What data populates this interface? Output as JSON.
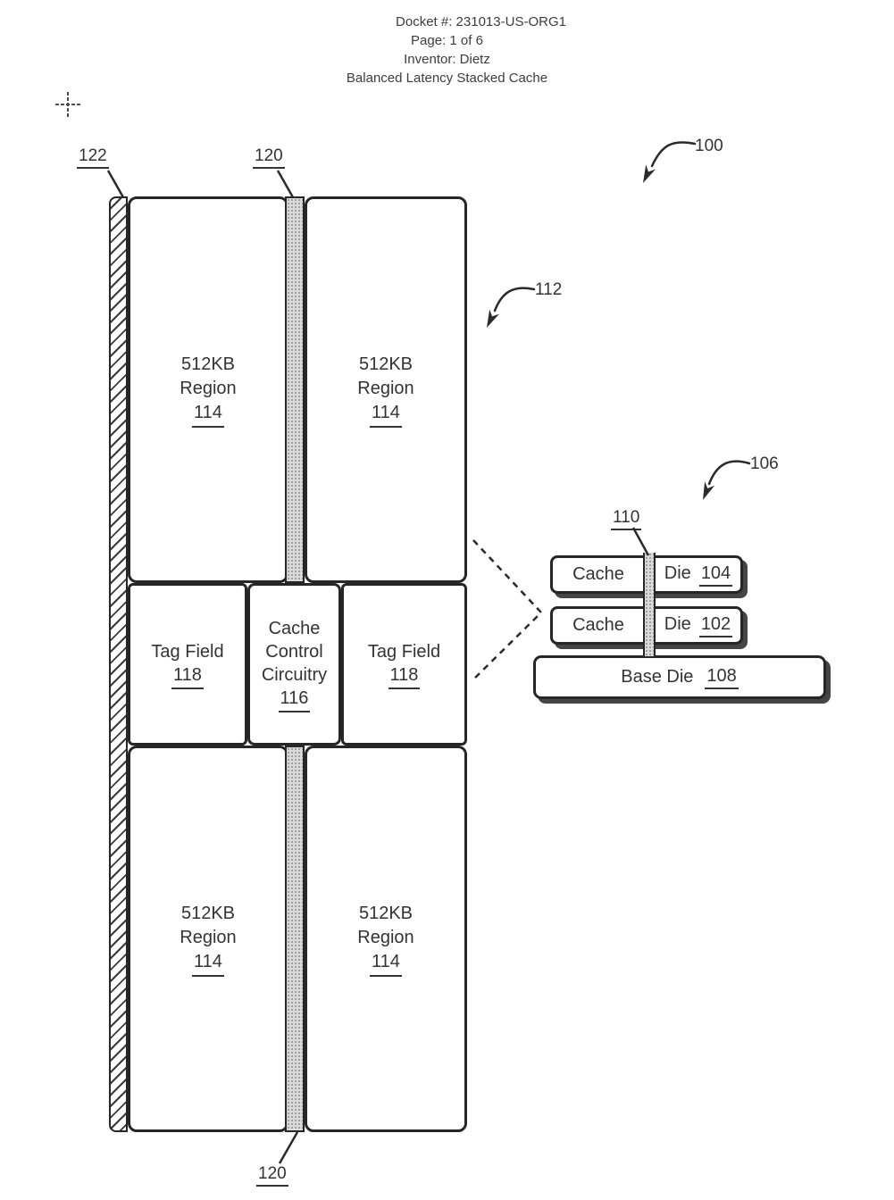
{
  "header": {
    "docket": "Docket #: 231013-US-ORG1",
    "page": "Page: 1 of 6",
    "inventor": "Inventor: Dietz",
    "title": "Balanced Latency Stacked Cache"
  },
  "refs": {
    "r100": "100",
    "r112": "112",
    "r106": "106",
    "r110": "110",
    "r122": "122",
    "r120_top": "120",
    "r120_bottom": "120"
  },
  "die_layout": {
    "regions": [
      {
        "line1": "512KB",
        "line2": "Region",
        "ref": "114"
      },
      {
        "line1": "512KB",
        "line2": "Region",
        "ref": "114"
      },
      {
        "line1": "512KB",
        "line2": "Region",
        "ref": "114"
      },
      {
        "line1": "512KB",
        "line2": "Region",
        "ref": "114"
      }
    ],
    "tag_fields": [
      {
        "label": "Tag Field",
        "ref": "118"
      },
      {
        "label": "Tag Field",
        "ref": "118"
      }
    ],
    "control": {
      "line1": "Cache",
      "line2": "Control",
      "line3": "Circuitry",
      "ref": "116"
    }
  },
  "stack": {
    "die_top": {
      "label": "Cache",
      "die_label": "Die",
      "ref": "104"
    },
    "die_mid": {
      "label": "Cache",
      "die_label": "Die",
      "ref": "102"
    },
    "base": {
      "label": "Base Die",
      "ref": "108"
    }
  },
  "colors": {
    "ink": "#262626",
    "strip_gray": "#dadada",
    "shadow": "#454545"
  }
}
